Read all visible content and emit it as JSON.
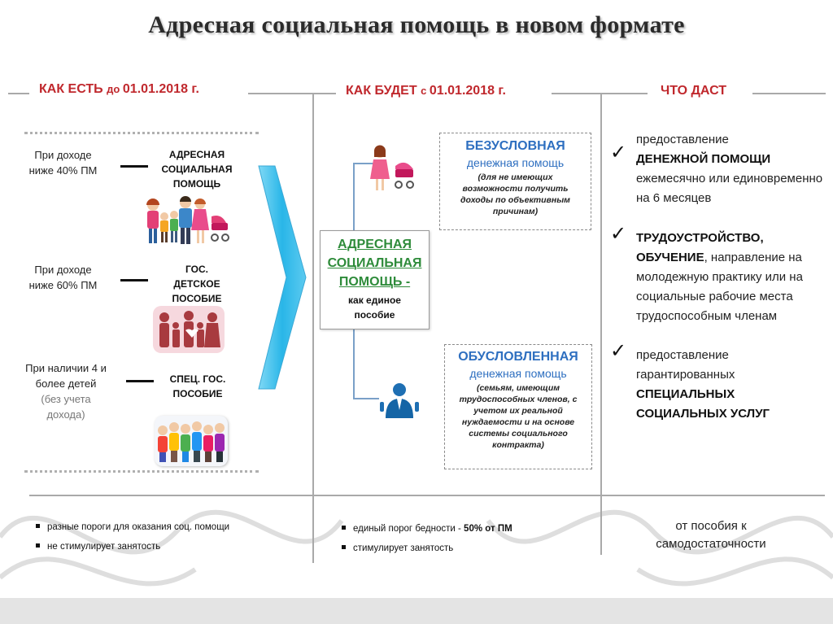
{
  "title": "Адресная социальная помощь в новом формате",
  "headers": {
    "col1_main": "КАК ЕСТЬ ",
    "col1_small": "до ",
    "col1_date": "01.01.2018 г.",
    "col2_main": "КАК БУДЕТ ",
    "col2_small": "с ",
    "col2_date": "01.01.2018 г.",
    "col3": "ЧТО ДАСТ"
  },
  "as_is": {
    "rows": [
      {
        "condition": "При доходе ниже 40% ПМ",
        "condition_note": "",
        "benefit": "АДРЕСНАЯ СОЦИАЛЬНАЯ ПОМОЩЬ"
      },
      {
        "condition": "При доходе ниже 60% ПМ",
        "condition_note": "",
        "benefit": "ГОС. ДЕТСКОЕ ПОСОБИЕ"
      },
      {
        "condition": "При наличии 4 и более детей",
        "condition_note": "(без учета дохода)",
        "benefit": "СПЕЦ. ГОС. ПОСОБИЕ"
      }
    ]
  },
  "to_be": {
    "center_title": "АДРЕСНАЯ СОЦИАЛЬНАЯ ПОМОЩЬ -",
    "center_sub": "как единое пособие",
    "unconditional": {
      "title": "БЕЗУСЛОВНАЯ",
      "subtitle": "денежная помощь",
      "note": "(для не имеющих возможности получить доходы по объективным причинам)"
    },
    "conditional": {
      "title": "ОБУСЛОВЛЕННАЯ",
      "subtitle": "денежная помощь",
      "note": "(семьям, имеющим трудоспособных членов, с учетом их реальной нуждаемости и на основе системы социального контракта)"
    }
  },
  "result": {
    "items": [
      {
        "pre": "предоставление",
        "bold": "ДЕНЕЖНОЙ ПОМОЩИ",
        "post": "ежемесячно или единовременно на 6 месяцев"
      },
      {
        "bold1": "ТРУДОУСТРОЙСТВО,",
        "bold2": "ОБУЧЕНИЕ",
        "post": ", направление на молодежную практику или на социальные рабочие места трудоспособным членам"
      },
      {
        "pre": "предоставление гарантированных",
        "bold": "СПЕЦИАЛЬНЫХ СОЦИАЛЬНЫХ УСЛУГ"
      }
    ]
  },
  "footer": {
    "col1": [
      "разные пороги для оказания соц. помощи",
      "не стимулирует занятость"
    ],
    "col2_item1_pre": "единый порог бедности - ",
    "col2_item1_bold": "50% от ПМ",
    "col2_item2": "стимулирует занятость",
    "col3": "от пособия к самодостаточности"
  },
  "colors": {
    "header_red": "#c0282d",
    "accent_blue": "#2e6fc0",
    "accent_green": "#2e8b3a",
    "arrow_cyan": "#29b6e8"
  },
  "icons": [
    "family-icon",
    "family-silhouette-icon",
    "children-group-icon",
    "mother-stroller-icon",
    "worker-icon",
    "checkmark-icon",
    "chevron-arrow-icon"
  ]
}
